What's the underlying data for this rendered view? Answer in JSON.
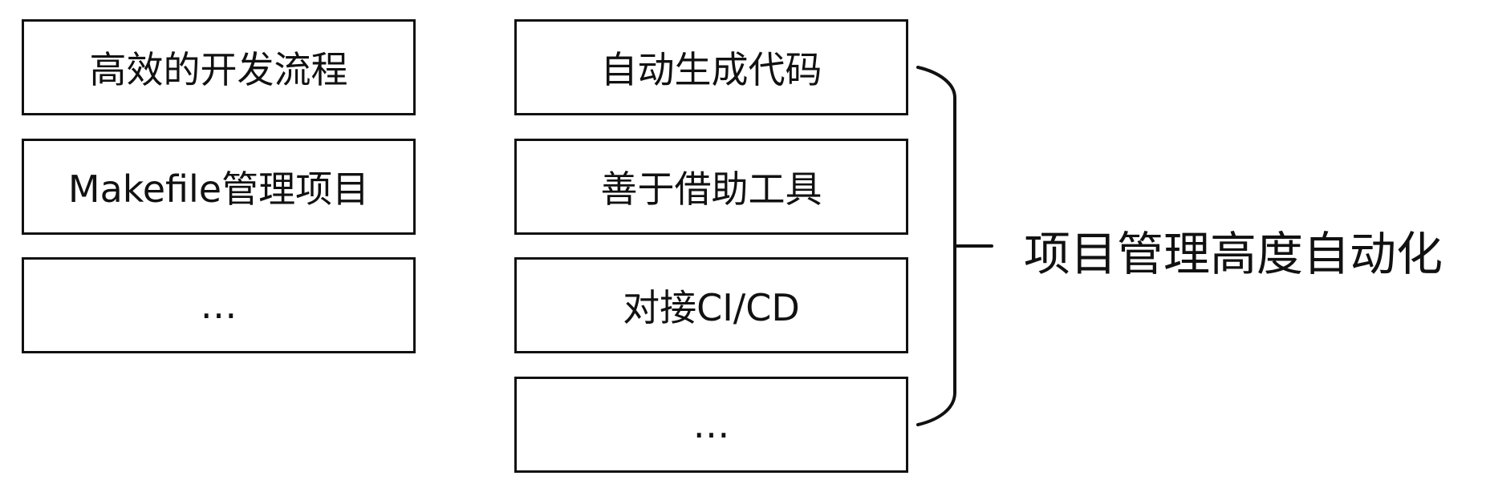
{
  "left_column": {
    "items": [
      {
        "label": "高效的开发流程"
      },
      {
        "label": "Makefile管理项目"
      },
      {
        "label": "…"
      }
    ]
  },
  "right_column": {
    "items": [
      {
        "label": "自动生成代码"
      },
      {
        "label": "善于借助工具"
      },
      {
        "label": "对接CI/CD"
      },
      {
        "label": "…"
      }
    ]
  },
  "result": {
    "label": "项目管理高度自动化"
  }
}
